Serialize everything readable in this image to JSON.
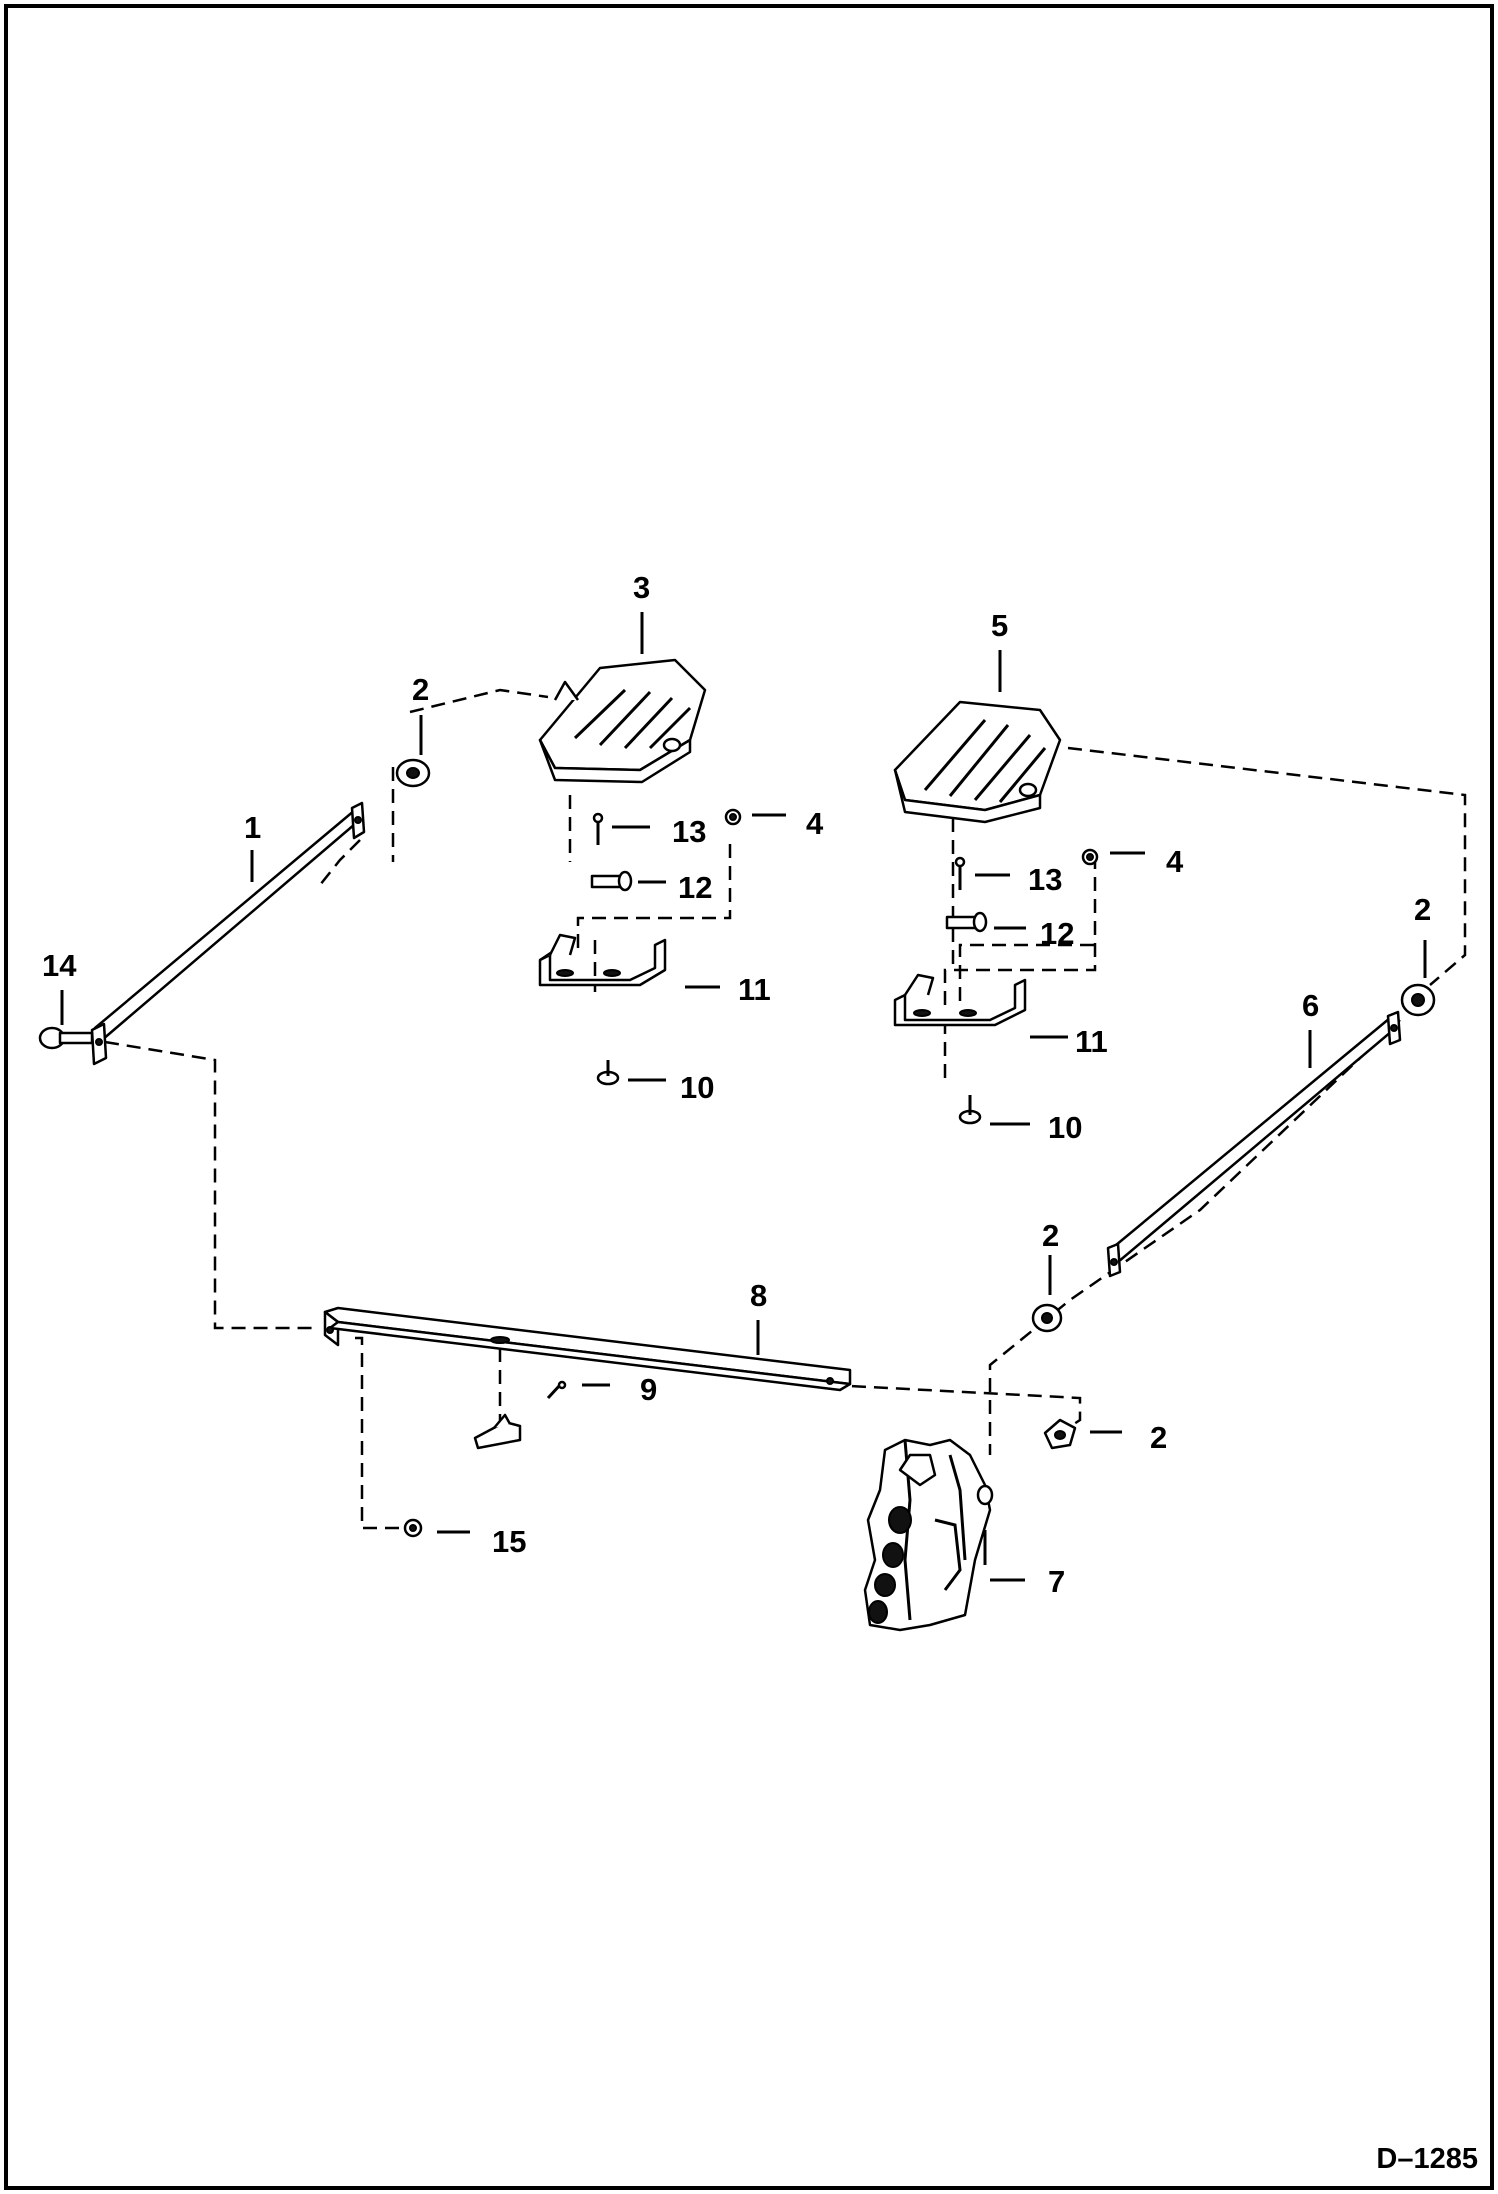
{
  "drawing_number": "D–1285",
  "callouts": {
    "c1": "1",
    "c2a": "2",
    "c2b": "2",
    "c2c": "2",
    "c2d": "2",
    "c3": "3",
    "c4a": "4",
    "c4b": "4",
    "c5": "5",
    "c6": "6",
    "c7": "7",
    "c8": "8",
    "c9": "9",
    "c10a": "10",
    "c10b": "10",
    "c11a": "11",
    "c11b": "11",
    "c12a": "12",
    "c12b": "12",
    "c13a": "13",
    "c13b": "13",
    "c14": "14",
    "c15": "15"
  }
}
